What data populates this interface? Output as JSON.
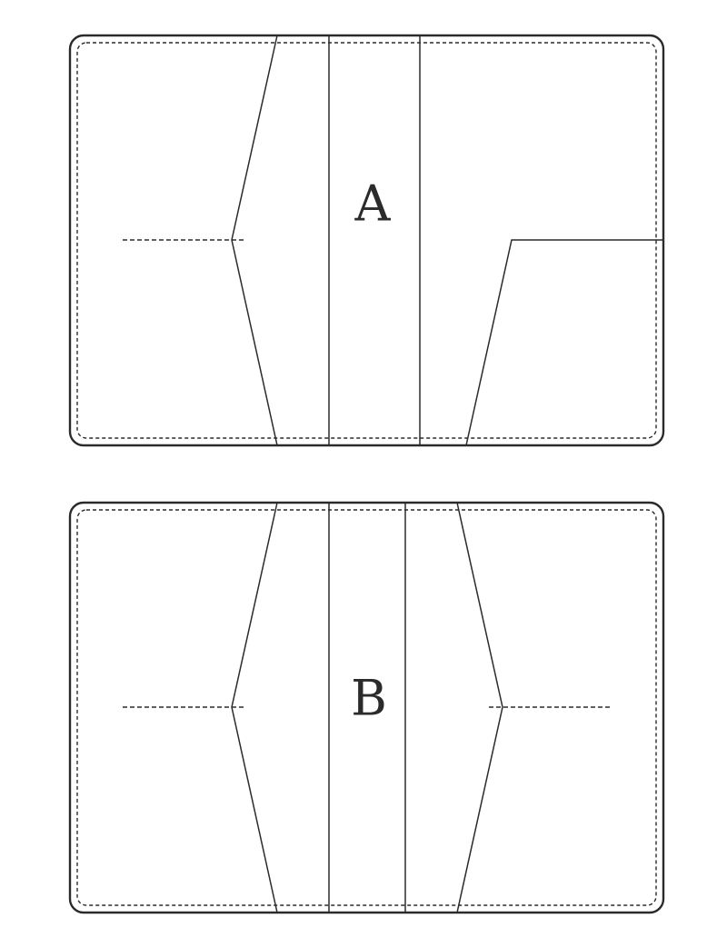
{
  "colors": {
    "line": "#2b2b2b",
    "background": "#ffffff"
  },
  "panels": [
    {
      "id": "A",
      "label": "A"
    },
    {
      "id": "B",
      "label": "B"
    }
  ]
}
